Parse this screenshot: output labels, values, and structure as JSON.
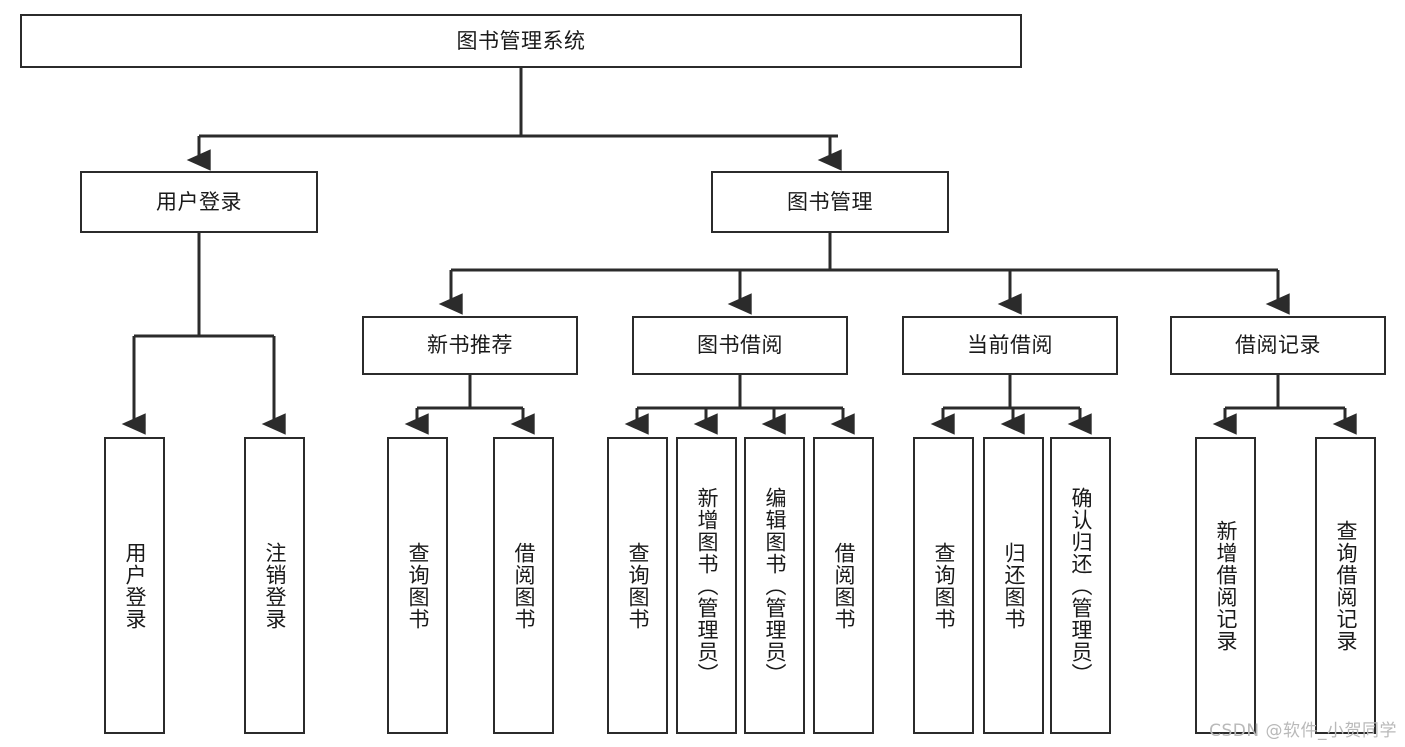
{
  "diagram": {
    "title": "图书管理系统",
    "type": "tree-hierarchy-diagram",
    "colors": {
      "box_border": "#2b2b2b",
      "box_fill": "#ffffff",
      "connector": "#2b2b2b",
      "text": "#1a1a1a",
      "watermark": "#b9b9b9",
      "background": "#ffffff"
    },
    "root": {
      "label": "图书管理系统"
    },
    "level2": [
      {
        "label": "用户登录"
      },
      {
        "label": "图书管理"
      }
    ],
    "level3": [
      {
        "label": "新书推荐"
      },
      {
        "label": "图书借阅"
      },
      {
        "label": "当前借阅"
      },
      {
        "label": "借阅记录"
      }
    ],
    "leaves": {
      "user_login": [
        {
          "label": "用户登录"
        },
        {
          "label": "注销登录"
        }
      ],
      "new_book_recommend": [
        {
          "label": "查询图书"
        },
        {
          "label": "借阅图书"
        }
      ],
      "book_borrow": [
        {
          "label": "查询图书"
        },
        {
          "label": "新增图书（管理员）"
        },
        {
          "label": "编辑图书（管理员）"
        },
        {
          "label": "借阅图书"
        }
      ],
      "current_borrow": [
        {
          "label": "查询图书"
        },
        {
          "label": "归还图书"
        },
        {
          "label": "确认归还（管理员）"
        }
      ],
      "borrow_record": [
        {
          "label": "新增借阅记录"
        },
        {
          "label": "查询借阅记录"
        }
      ]
    },
    "watermark": "CSDN @软件_小贺同学"
  }
}
